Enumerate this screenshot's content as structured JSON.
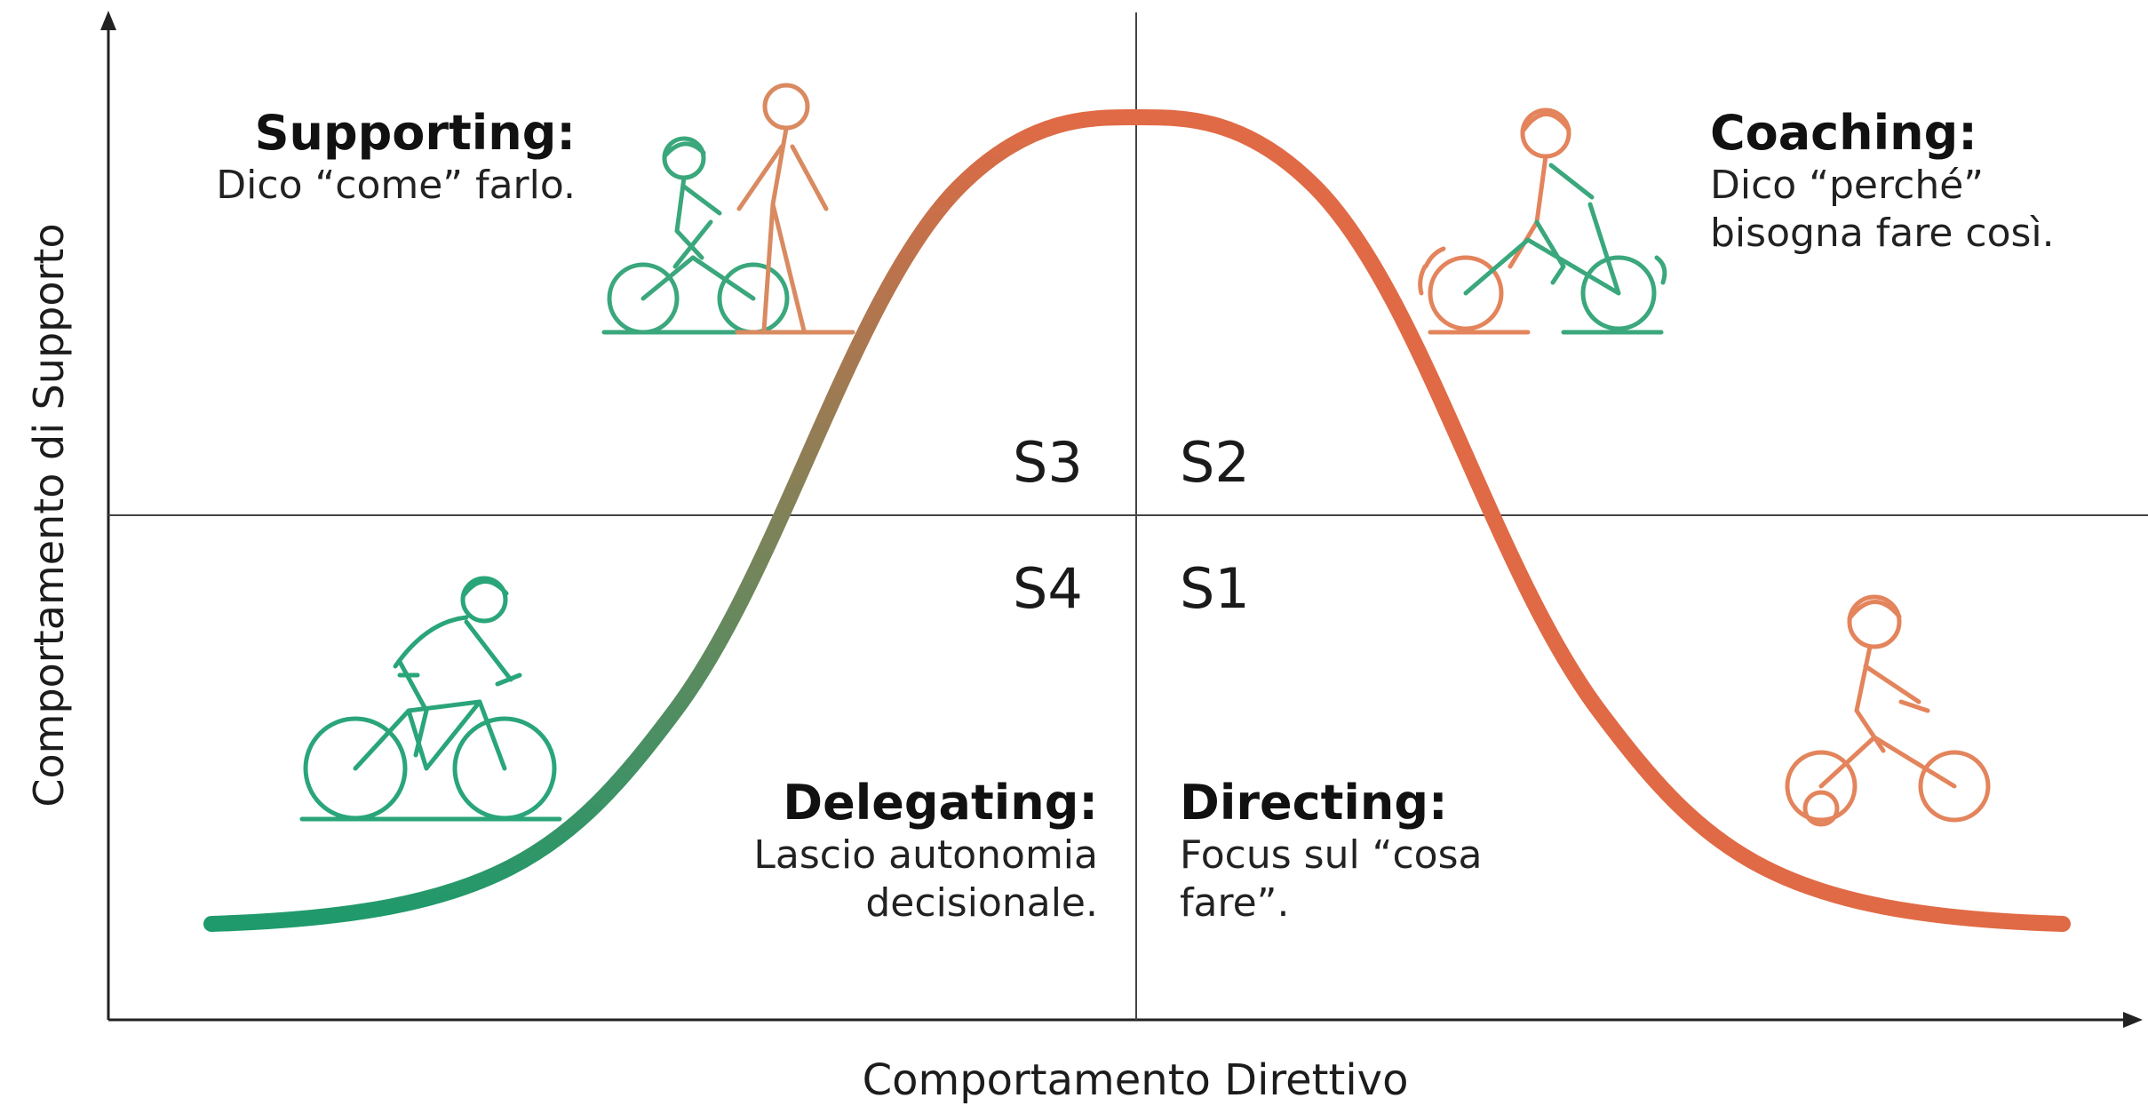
{
  "axes": {
    "y_label": "Comportamento di Supporto",
    "x_label": "Comportamento Direttivo"
  },
  "quadrants": {
    "supporting": {
      "title": "Supporting:",
      "text": "Dico “come” farlo.",
      "code": "S3"
    },
    "coaching": {
      "title": "Coaching:",
      "line1": "Dico “perché”",
      "line2": "bisogna fare così.",
      "code": "S2"
    },
    "delegating": {
      "title": "Delegating:",
      "line1": "Lascio autonomia",
      "line2": "decisionale.",
      "code": "S4"
    },
    "directing": {
      "title": "Directing:",
      "line1": "Focus sul “cosa",
      "line2": "fare”.",
      "code": "S1"
    }
  },
  "colors": {
    "curve_start": "#1e9a6c",
    "curve_mid": "#8f8a5a",
    "curve_end": "#e06a45",
    "green_icon": "#2aa57a",
    "orange_icon": "#e27b52"
  },
  "icons": [
    "child-with-parent-bike-icon",
    "child-bike-wobbly-icon",
    "adult-cyclist-icon",
    "child-training-wheels-icon"
  ]
}
